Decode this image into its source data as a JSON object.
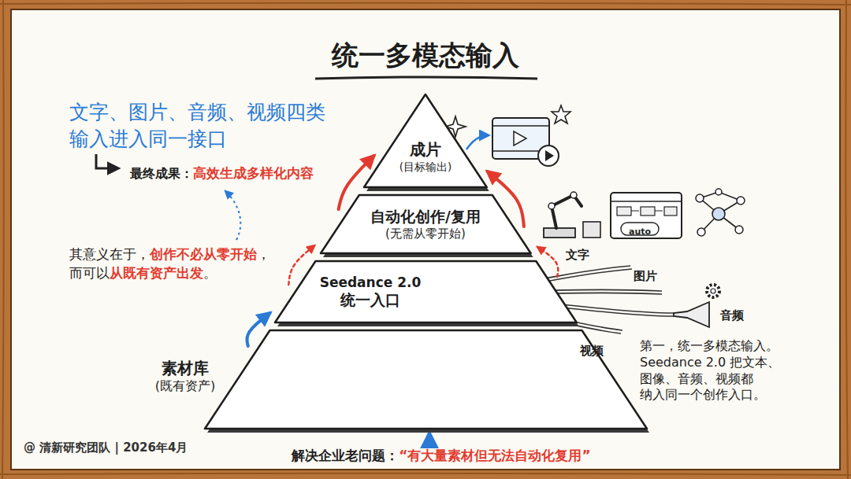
{
  "diagram": {
    "title": "统一多模态输入",
    "caption": "@ 清新研究团队 | 2026年4月",
    "nodes": [
      {
        "text": [
          "成片",
          "(目标输出)"
        ]
      },
      {
        "text": [
          "自动化创作/复用",
          "(无需从零开始)"
        ]
      },
      {
        "text": [
          "Seedance 2.0",
          "统一入口"
        ]
      },
      {
        "text": [
          "素材库",
          "(既有资产)"
        ]
      }
    ],
    "edges": [
      {
        "from": 3,
        "to": 2,
        "arrow": "to"
      },
      {
        "from": 2,
        "to": 1,
        "arrow": "to"
      },
      {
        "from": 1,
        "to": 0,
        "arrow": "to"
      },
      {
        "from": 2,
        "to": 1,
        "arrow": "to"
      },
      {
        "from": 1,
        "to": 0,
        "arrow": "to"
      }
    ],
    "labels": [
      "文字、图片、音频、视频四类 输入进入同一接口",
      "最终成果：",
      "高效生成多样化内容",
      "其意义在于，",
      "创作不必从零开始",
      "，",
      "而可以",
      "从既有资产出发",
      "。",
      "文字",
      "图片",
      "音频",
      "视频",
      "auto",
      "第一，统一多模态输入。 Seedance 2.0 把文本、 图像、音频、视频都 纳入同一个创作入口。",
      "解决企业老问题：",
      "“有大量素材但无法自动化复用”"
    ]
  }
}
